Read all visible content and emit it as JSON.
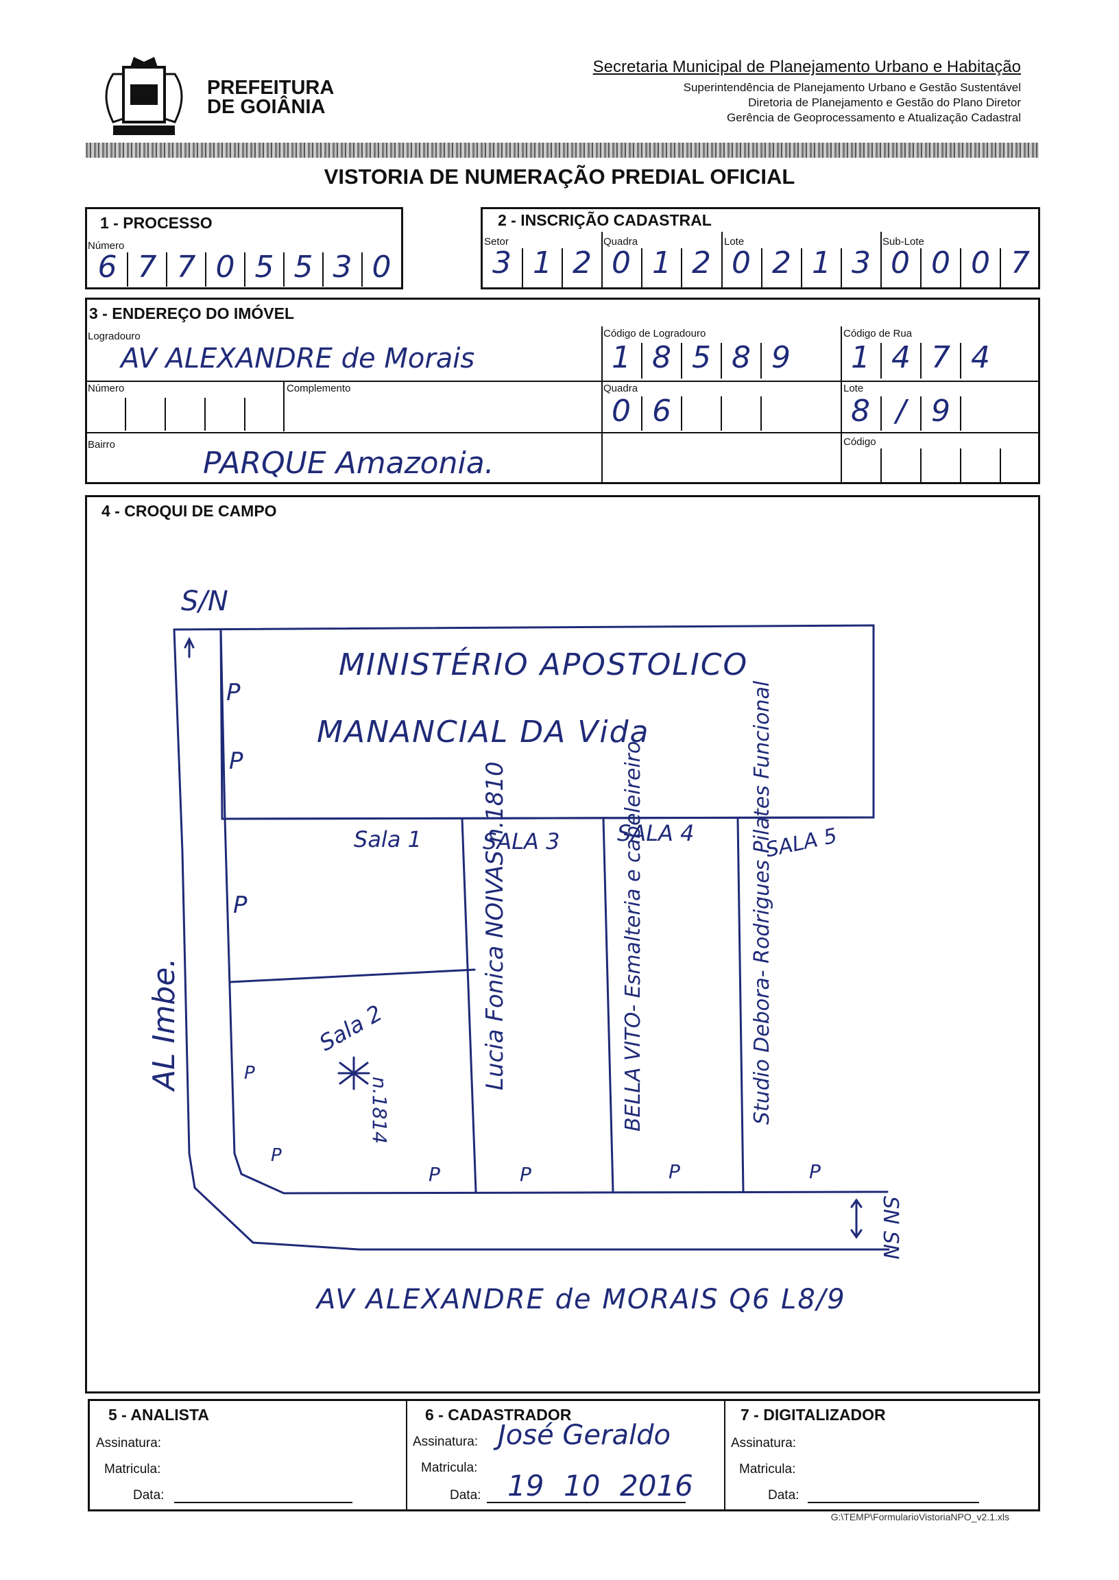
{
  "header": {
    "org_line1": "PREFEITURA",
    "org_line2": "DE GOIÂNIA",
    "secretaria": "Secretaria Municipal de Planejamento Urbano e Habitação",
    "line2": "Superintendência de Planejamento Urbano e Gestão Sustentável",
    "line3": "Diretoria de Planejamento e Gestão do Plano Diretor",
    "line4": "Gerência de Geoprocessamento e Atualização Cadastral"
  },
  "title": "VISTORIA DE NUMERAÇÃO PREDIAL OFICIAL",
  "processo": {
    "title": "1 - PROCESSO",
    "label": "Número",
    "digits": [
      "6",
      "7",
      "7",
      "0",
      "5",
      "5",
      "3",
      "0"
    ]
  },
  "inscricao": {
    "title": "2 - INSCRIÇÃO CADASTRAL",
    "setor_label": "Setor",
    "quadra_label": "Quadra",
    "lote_label": "Lote",
    "sublote_label": "Sub-Lote",
    "setor": [
      "3",
      "1",
      "2"
    ],
    "quadra": [
      "0",
      "1",
      "2"
    ],
    "lote": [
      "0",
      "2",
      "1",
      "3"
    ],
    "sublote": [
      "0",
      "0",
      "0",
      "7"
    ]
  },
  "endereco": {
    "title": "3 - ENDEREÇO DO IMÓVEL",
    "logradouro_label": "Logradouro",
    "logradouro": "AV ALEXANDRE de Morais",
    "cod_logradouro_label": "Código de Logradouro",
    "cod_logradouro": [
      "1",
      "8",
      "5",
      "8",
      "9"
    ],
    "cod_rua_label": "Código de Rua",
    "cod_rua": [
      "1",
      "4",
      "7",
      "4"
    ],
    "numero_label": "Número",
    "complemento_label": "Complemento",
    "quadra_label": "Quadra",
    "quadra": [
      "0",
      "6",
      "",
      "",
      ""
    ],
    "lote_label": "Lote",
    "lote": [
      "8",
      "/",
      "9",
      ""
    ],
    "bairro_label": "Bairro",
    "bairro": "PARQUE Amazonia.",
    "codigo_label": "Código"
  },
  "croqui": {
    "title": "4 - CROQUI DE CAMPO",
    "sn_top": "S/N",
    "building": "MINISTÉRIO APOSTOLICO",
    "building2": "MANANCIAL DA Vida",
    "sala1": "Sala 1",
    "sala2": "Sala 2",
    "sala2_num": "n.1814",
    "sala3": "SALA 3",
    "sala3_text": "Lucia Fonica NOIVAS n.1810",
    "sala4": "SALA 4",
    "sala4_text": "BELLA VITO- Esmalteria e cabeleireiro",
    "sala5": "SALA 5",
    "sala5_text": "Studio Debora- Rodrigues Pilates Funcional",
    "street_side": "AL Imbe.",
    "sn_right": "SN SN",
    "street_bottom": "AV ALEXANDRE de MORAIS Q6 L8/9"
  },
  "analista": {
    "title": "5 - ANALISTA",
    "assinatura": "Assinatura:",
    "matricula": "Matricula:",
    "data": "Data:"
  },
  "cadastrador": {
    "title": "6 - CADASTRADOR",
    "assinatura": "Assinatura:",
    "matricula": "Matricula:",
    "data": "Data:",
    "signature": "José Geraldo",
    "date_d": "19",
    "date_m": "10",
    "date_y": "2016"
  },
  "digitalizador": {
    "title": "7 - DIGITALIZADOR",
    "assinatura": "Assinatura:",
    "matricula": "Matricula:",
    "data": "Data:"
  },
  "footer_path": "G:\\TEMP\\FormularioVistoriaNPO_v2.1.xls"
}
